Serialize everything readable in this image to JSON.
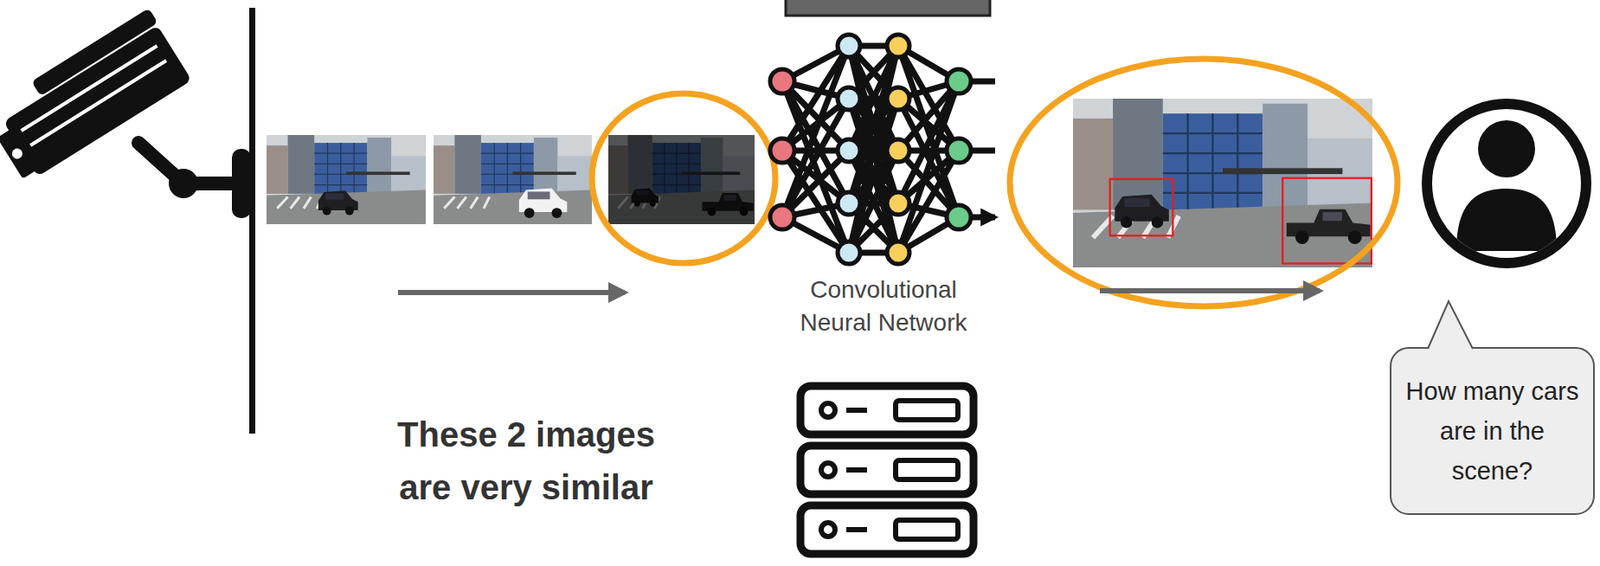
{
  "diagram": {
    "nodes": [
      {
        "text": [
          "How many cars are in the scene?"
        ]
      }
    ],
    "labels": [
      "Convolutional Neural Network",
      "These 2 images are very similar"
    ]
  }
}
